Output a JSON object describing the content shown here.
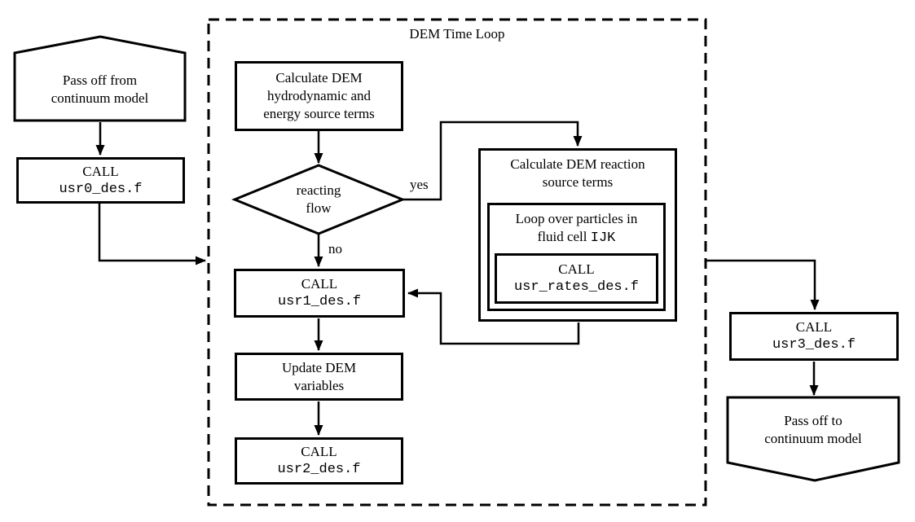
{
  "title": "DEM Time Loop",
  "labels": {
    "yes": "yes",
    "no": "no"
  },
  "colors": {
    "line": "#000000",
    "background": "#ffffff"
  },
  "nodes": {
    "pass_off_from": {
      "lines": [
        "Pass off from",
        "continuum model"
      ]
    },
    "usr0": {
      "call": "CALL",
      "file": "usr0_des.f"
    },
    "calc_hydro": {
      "lines": [
        "Calculate DEM",
        "hydrodynamic and",
        "energy source terms"
      ]
    },
    "reacting_flow": {
      "lines": [
        "reacting",
        "flow"
      ]
    },
    "calc_reaction": {
      "lines": [
        "Calculate DEM reaction",
        "source terms"
      ]
    },
    "loop_particles": {
      "line1": "Loop over particles in",
      "line2_text": "fluid cell ",
      "line2_code": "IJK"
    },
    "usr_rates": {
      "call": "CALL",
      "file": "usr_rates_des.f"
    },
    "usr1": {
      "call": "CALL",
      "file": "usr1_des.f"
    },
    "update_dem": {
      "lines": [
        "Update DEM",
        "variables"
      ]
    },
    "usr2": {
      "call": "CALL",
      "file": "usr2_des.f"
    },
    "usr3": {
      "call": "CALL",
      "file": "usr3_des.f"
    },
    "pass_off_to": {
      "lines": [
        "Pass off to",
        "continuum model"
      ]
    }
  }
}
